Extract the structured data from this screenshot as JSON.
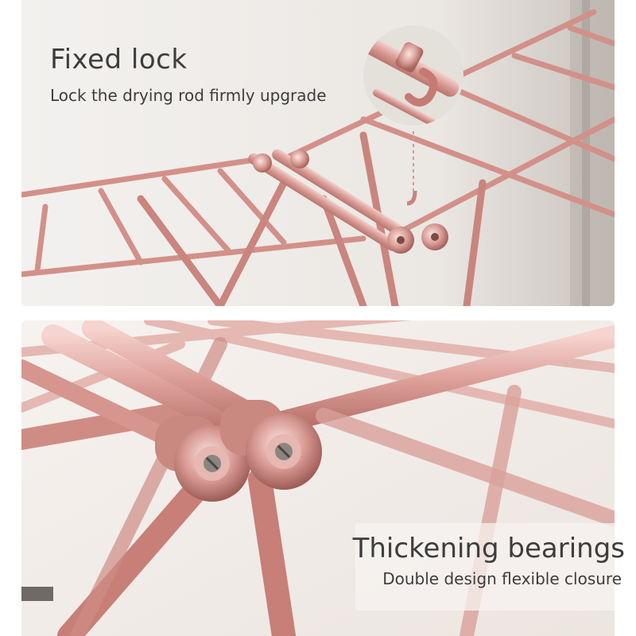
{
  "top_section": {
    "title": "Fixed lock",
    "subtitle": "Lock the drying rod firmly upgrade",
    "subject": "rose-gold drying rack joint with lock clip magnifier"
  },
  "bottom_section": {
    "title": "Thickening bearings",
    "subtitle": "Double design flexible closure",
    "subject": "rose-gold drying rack hinge bearings close-up"
  },
  "colors": {
    "frame_rose_gold": "#d89a94",
    "frame_shadow": "#b9756f",
    "frame_highlight": "#f3d0cb",
    "text": "#3d3d3d",
    "background_top": "#ece8e4",
    "background_bottom": "#f2ece8"
  }
}
